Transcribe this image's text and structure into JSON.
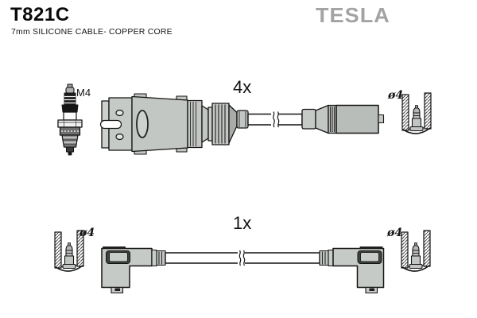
{
  "header": {
    "part_number": "T821C",
    "subtitle": "7mm SILICONE CABLE- COPPER CORE",
    "brand": "TESLA"
  },
  "labels": {
    "spark_plug_thread": "M4",
    "top_quantity": "4x",
    "bottom_quantity": "1x",
    "top_right_diameter": "ø4",
    "bottom_left_diameter": "ø4",
    "bottom_right_diameter": "ø4"
  },
  "colors": {
    "background": "#ffffff",
    "brand_gray": "#a3a3a3",
    "line": "#141414",
    "connector_gray": "#c6cac6",
    "connector_dark_gray": "#b9bdb9"
  }
}
